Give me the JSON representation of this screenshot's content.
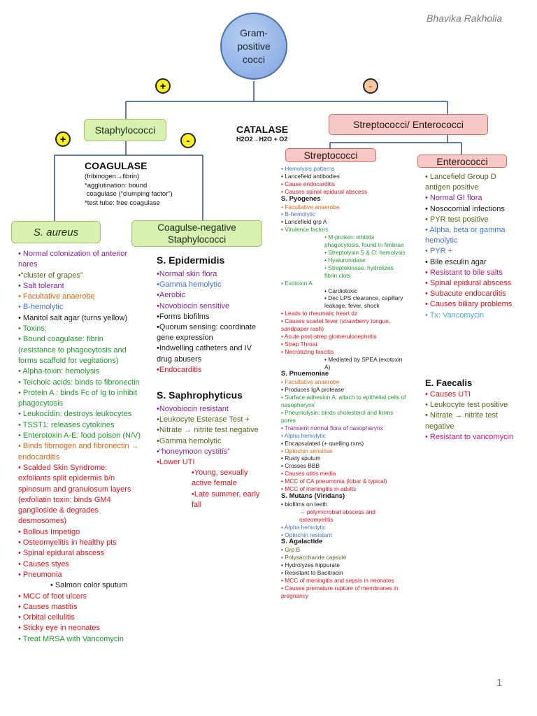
{
  "author": "Bhavika Rakholia",
  "page_number": "1",
  "root": {
    "line1": "Gram-",
    "line2": "positive",
    "line3": "cocci"
  },
  "signs": {
    "plus_left": "+",
    "minus_right": "-",
    "staph_plus": "+",
    "staph_minus": "-"
  },
  "catalase": {
    "title": "CATALASE",
    "formula": "H2O2→H2O + O2"
  },
  "staph": {
    "label": "Staphylococci",
    "coagulase_title": "COAGULASE",
    "coagulase_lines": [
      "(fribinogen→fibrin)",
      "*agglutination: bound",
      " coagulase (“clumping factor”)",
      "*test tube: free coagulase"
    ],
    "aureus_label": "S. aureus",
    "cns_label_1": "Coagulse-negative",
    "cns_label_2": "Staphylococci"
  },
  "strep_entero": {
    "label": "Streptococci/ Enterococci",
    "strep_label": "Streptococci",
    "entero_label": "Enterococci"
  },
  "aureus_items": [
    {
      "t": "• Normal colonization of anterior nares",
      "c": "purple"
    },
    {
      "t": "•“cluster of grapes”",
      "c": "olive"
    },
    {
      "t": "• Salt tolerant",
      "c": "purple"
    },
    {
      "t": "• Facultative anaerobe",
      "c": "orange"
    },
    {
      "t": "• B-hemolytic",
      "c": "blue"
    },
    {
      "t": "• Manitol salt agar (turns yellow)",
      "c": "dark"
    },
    {
      "t": "• Toxins:",
      "c": "green"
    },
    {
      "t": "• Bound coagulase: fibrin (resistance to phagocytosis and forms scaffold for vegitations)",
      "c": "green"
    },
    {
      "t": "• Alpha-toxin: hemolysis",
      "c": "green"
    },
    {
      "t": "• Teichoic acids: binds to fibronectin",
      "c": "green"
    },
    {
      "t": "• Protein A : binds Fc of Ig to inhibit phagocytosis",
      "c": "green"
    },
    {
      "t": "• Leukocidin: destroys leukocytes",
      "c": "green"
    },
    {
      "t": "• TSST1: releases cytokines",
      "c": "green"
    },
    {
      "t": "• Enterotoxin A-E: food poison (N/V)",
      "c": "green"
    },
    {
      "t": "• Binds fibrnogen and fibronectin → endocarditis",
      "c": "orange"
    },
    {
      "t": "• Scalded Skin Syndrome: exfoliants split epidermis b/n spinosum and granulosum layers (exfoliatin toxin: binds GM4 ganglioside & degrades desmosomes)",
      "c": "red"
    },
    {
      "t": "• Bollous Impetigo",
      "c": "red"
    },
    {
      "t": "• Osteomyelitis in healthy pts",
      "c": "red"
    },
    {
      "t": "• Spinal epidural abscess",
      "c": "red"
    },
    {
      "t": "• Causes styes",
      "c": "red"
    },
    {
      "t": "• Pneumonia",
      "c": "red"
    },
    {
      "t": "• Salmon color sputum",
      "c": "dark"
    },
    {
      "t": "• MCC of foot ulcers",
      "c": "red"
    },
    {
      "t": "• Causes mastitis",
      "c": "red"
    },
    {
      "t": "• Orbital cellulitis",
      "c": "red"
    },
    {
      "t": "• Sticky eye in neonates",
      "c": "red"
    },
    {
      "t": "• Treat MRSA with Vancomycin",
      "c": "green"
    }
  ],
  "epidermidis": {
    "title": "S. Epidermidis",
    "items": [
      {
        "t": "•Normal skin flora",
        "c": "purple"
      },
      {
        "t": "•Gamma hemolytic",
        "c": "blue"
      },
      {
        "t": "•Aerobic",
        "c": "purple"
      },
      {
        "t": "•Novobiocin sensitive",
        "c": "purple"
      },
      {
        "t": "•Forms biofilms",
        "c": "dark"
      },
      {
        "t": "•Quorum sensing: coordinate gene expression",
        "c": "dark"
      },
      {
        "t": "•Indwelling catheters and IV drug abusers",
        "c": "dark"
      },
      {
        "t": "•Endocarditis",
        "c": "red"
      }
    ]
  },
  "saprophyticus": {
    "title": "S. Saphrophyticus",
    "items": [
      {
        "t": "•Novobiocin resistant",
        "c": "purple"
      },
      {
        "t": "•Leukocyte Esterase Test +",
        "c": "olive"
      },
      {
        "t": "•Nitrate → nitrite test negative",
        "c": "olive"
      },
      {
        "t": "•Gamma hemolytic",
        "c": "olive"
      },
      {
        "t": "•“honeymoon cystitis”",
        "c": "purple"
      },
      {
        "t": "•Lower UTI",
        "c": "red"
      },
      {
        "t": "•Young, sexually active female",
        "c": "red"
      },
      {
        "t": "•Late summer, early fall",
        "c": "red"
      }
    ]
  },
  "streptococci_items": [
    {
      "t": "•  Hemolysis patterns",
      "c": "blue"
    },
    {
      "t": "•  Lancefield antibodies",
      "c": "dark"
    },
    {
      "t": "•  Cause endocarditis",
      "c": "red"
    },
    {
      "t": "•  Causes spinal epidural abscess",
      "c": "red"
    },
    {
      "t": "S. Pyogenes",
      "c": "head"
    },
    {
      "t": "•  Facultative anaerobe",
      "c": "orange"
    },
    {
      "t": "•  B-hemolytic",
      "c": "blue"
    },
    {
      "t": "•  Lancefield grp A",
      "c": "dark"
    },
    {
      "t": "•  Virulence factors",
      "c": "green"
    },
    {
      "t": "      • M-protein: inhibits phagocytosis, found in fimbrae",
      "c": "green"
    },
    {
      "t": "      • Streptolysin S & O: hemolysis",
      "c": "green"
    },
    {
      "t": "      • Hyaluronidase",
      "c": "green"
    },
    {
      "t": "      • Streptokinase: hydrolizes fibrin clots",
      "c": "green"
    },
    {
      "t": "•  Exotoxin A",
      "c": "green"
    },
    {
      "t": "      • Cardiotoxic",
      "c": "dark"
    },
    {
      "t": "      • Dec LPS clearance, capillary leakage, fever, shock",
      "c": "dark"
    },
    {
      "t": "•  Leads to rheumatic heart dz",
      "c": "red"
    },
    {
      "t": "•  Causes scarlet fever (strawberry tongue, sandpaper rash)",
      "c": "red"
    },
    {
      "t": "•  Acute post-strep glomerulonephritis",
      "c": "red"
    },
    {
      "t": "•  Strep Throat",
      "c": "red"
    },
    {
      "t": "•  Necrotizing fascitis",
      "c": "red"
    },
    {
      "t": "      • Mediated by SPEA (exotoxin A)",
      "c": "dark"
    },
    {
      "t": "S. Pnuemoniae",
      "c": "head"
    },
    {
      "t": "•  Facultative anaerobe",
      "c": "orange"
    },
    {
      "t": "•  Produces IgA protease",
      "c": "dark"
    },
    {
      "t": "•  Surface adhesion A: attach to epithelial cells of nasopharynx",
      "c": "green"
    },
    {
      "t": "•  Pneumolysin: binds cholesterol and forms pores",
      "c": "green"
    },
    {
      "t": "•  Transient normal flora of nasopharynx",
      "c": "purple"
    },
    {
      "t": "•  Alpha hemolytic",
      "c": "blue"
    },
    {
      "t": "•  Encapsulated (+ quelling rxns)",
      "c": "dark"
    },
    {
      "t": "•  Optochin sensitive",
      "c": "orange"
    },
    {
      "t": "•  Rusty sputum",
      "c": "dark"
    },
    {
      "t": "•  Crosses BBB",
      "c": "dark"
    },
    {
      "t": "•  Causes otitis media",
      "c": "red"
    },
    {
      "t": "•  MCC of CA pneumonia (lobar & typical)",
      "c": "red"
    },
    {
      "t": "•  MCC of meningitis in adults",
      "c": "red"
    },
    {
      "t": "S. Mutans (Viridans)",
      "c": "head"
    },
    {
      "t": "•  biofilms on teeth",
      "c": "dark"
    },
    {
      "t": "    → polymicrobial abscess and osteomyelitis",
      "c": "red"
    },
    {
      "t": "•  Alpha hemolytic",
      "c": "blue"
    },
    {
      "t": "•  Optochin resistant",
      "c": "blue"
    },
    {
      "t": "S. Agalactide",
      "c": "head"
    },
    {
      "t": "•  Grp B",
      "c": "olive"
    },
    {
      "t": "•  Polysaccharide capsule",
      "c": "olive"
    },
    {
      "t": "•  Hydrolyzes hippurate",
      "c": "dark"
    },
    {
      "t": "•  Resistant to Bacitracin",
      "c": "dark"
    },
    {
      "t": "•  MCC of meningitis and sepsis in neonates",
      "c": "red"
    },
    {
      "t": "•  Causes premature rupture of membranes in pregnancy",
      "c": "red"
    }
  ],
  "enterococci_items": [
    {
      "t": "•  Lancefield Group D antigen positive",
      "c": "olive"
    },
    {
      "t": "• Normal  GI flora",
      "c": "purple"
    },
    {
      "t": "• Nosocomial infections",
      "c": "dark"
    },
    {
      "t": "• PYR test positive",
      "c": "olive"
    },
    {
      "t": "• Alpha, beta or gamma hemolytic",
      "c": "blue"
    },
    {
      "t": "• PYR +",
      "c": "blue"
    },
    {
      "t": "• Bile esculin agar",
      "c": "dark"
    },
    {
      "t": "• Resistant to bile salts",
      "c": "magenta"
    },
    {
      "t": "• Spinal epidural abscess",
      "c": "red"
    },
    {
      "t": "• Subacute endocarditis",
      "c": "red"
    },
    {
      "t": "• Causes biliary problems",
      "c": "red"
    },
    {
      "t": "• Tx: Vancomycin",
      "c": "cyan"
    }
  ],
  "faecalis": {
    "title": "E. Faecalis",
    "items": [
      {
        "t": "• Causes UTI",
        "c": "red"
      },
      {
        "t": "• Leukocyte test positive",
        "c": "olive"
      },
      {
        "t": "• Nitrate → nitrite test negative",
        "c": "olive"
      },
      {
        "t": "• Resistant to vancomycin",
        "c": "magenta"
      }
    ]
  }
}
